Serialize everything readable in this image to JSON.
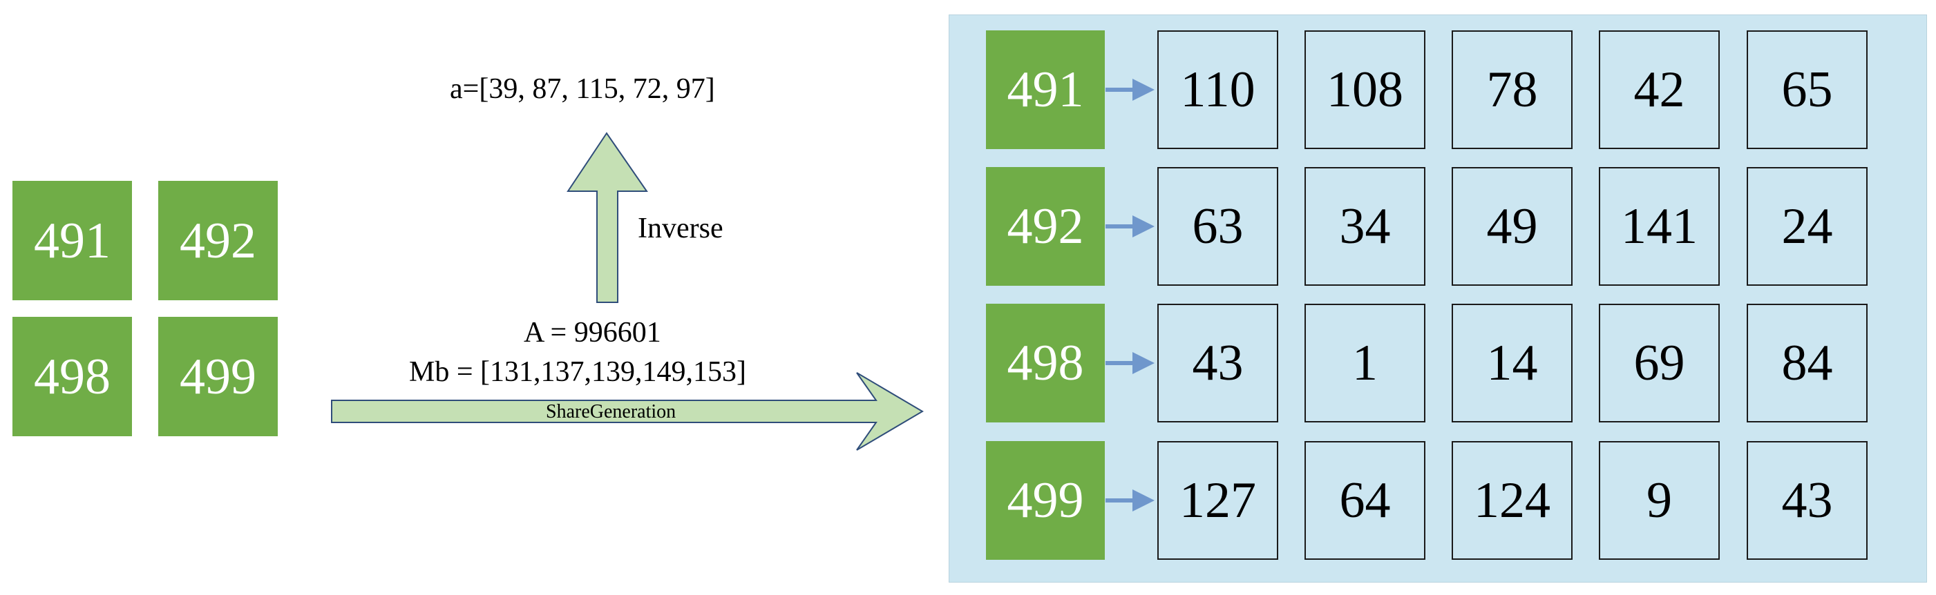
{
  "input_ids": [
    "491",
    "492",
    "498",
    "499"
  ],
  "inverse": {
    "result": "a=[39, 87, 115, 72, 97]",
    "label": "Inverse"
  },
  "params": {
    "A": "A = 996601",
    "Mb": "Mb = [131,137,139,149,153]"
  },
  "share_generation": {
    "label": "ShareGeneration"
  },
  "share_table": {
    "rows": [
      {
        "id": "491",
        "shares": [
          "110",
          "108",
          "78",
          "42",
          "65"
        ]
      },
      {
        "id": "492",
        "shares": [
          "63",
          "34",
          "49",
          "141",
          "24"
        ]
      },
      {
        "id": "498",
        "shares": [
          "43",
          "1",
          "14",
          "69",
          "84"
        ]
      },
      {
        "id": "499",
        "shares": [
          "127",
          "64",
          "124",
          "9",
          "43"
        ]
      }
    ]
  },
  "colors": {
    "id_box": "#70ad47",
    "big_arrow_fill": "#c5e0b4",
    "big_arrow_stroke": "#2f4d7a",
    "panel": "#cce6f1",
    "small_arrow": "#6f97cc"
  }
}
